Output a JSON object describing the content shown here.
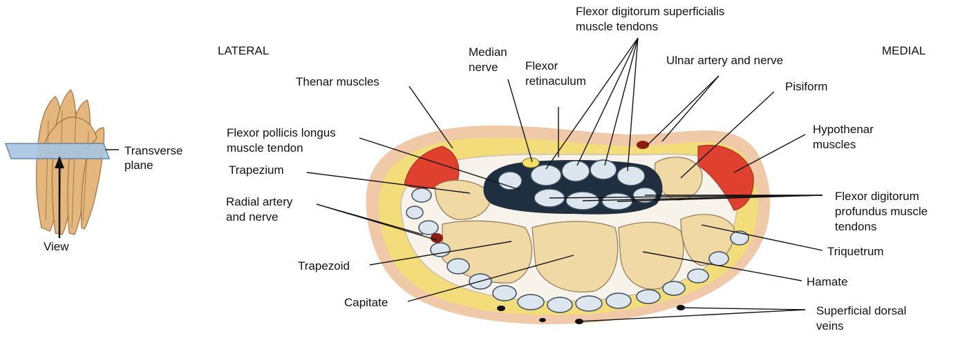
{
  "orientation": {
    "lateral": "LATERAL",
    "medial": "MEDIAL"
  },
  "inset": {
    "plane_label": [
      "Transverse",
      "plane"
    ],
    "view_label": "View"
  },
  "labels": {
    "fds": [
      "Flexor digitorum superficialis",
      "muscle tendons"
    ],
    "median_nerve": [
      "Median",
      "nerve"
    ],
    "flexor_retinaculum": [
      "Flexor",
      "retinaculum"
    ],
    "ulnar": [
      "Ulnar artery and nerve"
    ],
    "thenar": [
      "Thenar muscles"
    ],
    "pisiform": [
      "Pisiform"
    ],
    "fpl": [
      "Flexor pollicis longus",
      "muscle tendon"
    ],
    "hypothenar": [
      "Hypothenar",
      "muscles"
    ],
    "trapezium": [
      "Trapezium"
    ],
    "radial": [
      "Radial artery",
      "and nerve"
    ],
    "fdp": [
      "Flexor digitorum",
      "profundus muscle",
      "tendons"
    ],
    "triquetrum": [
      "Triquetrum"
    ],
    "trapezoid": [
      "Trapezoid"
    ],
    "hamate": [
      "Hamate"
    ],
    "capitate": [
      "Capitate"
    ],
    "veins": [
      "Superficial dorsal",
      "veins"
    ]
  },
  "colors": {
    "skin": "#f0c9a8",
    "fat": "#f3dc7a",
    "muscle": "#e0412e",
    "bone": "#f1d9a6",
    "tendon": "#dde6ee",
    "tendon_outline": "#3a4a5a",
    "artery": "#8a1c10"
  }
}
